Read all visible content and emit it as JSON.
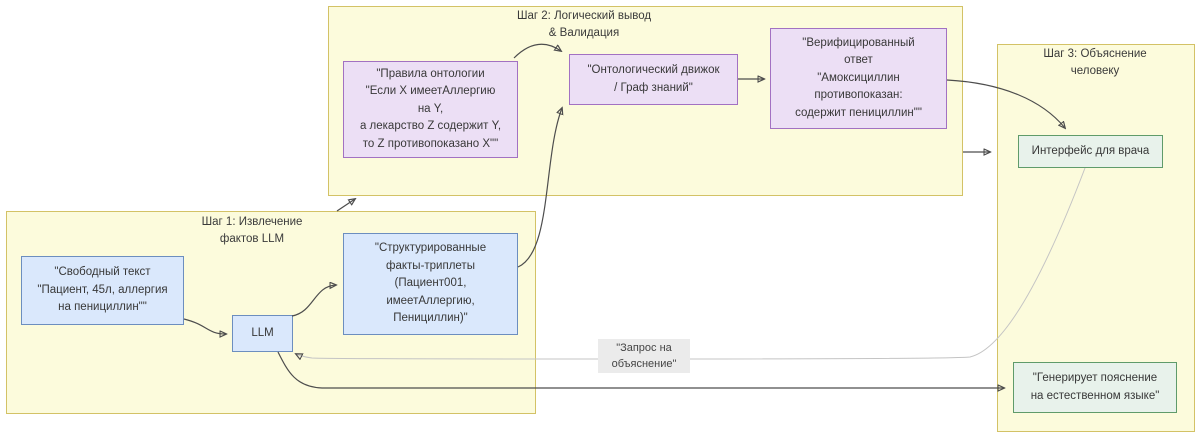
{
  "diagram": {
    "step1": {
      "title": "Шаг 1: Извлечение\nфактов LLM"
    },
    "step2": {
      "title": "Шаг 2: Логический вывод\n& Валидация"
    },
    "step3": {
      "title": "Шаг 3: Объяснение\nчеловеку"
    },
    "nodes": {
      "free_text": {
        "label": "\"Свободный текст\n\"Пациент, 45л, аллергия\nна пенициллин\"\""
      },
      "llm": {
        "label": "LLM"
      },
      "facts": {
        "label": "\"Структурированные\nфакты-триплеты\n(Пациент001,\nимеетАллергию,\nПенициллин)\""
      },
      "rules": {
        "label": "\"Правила онтологии\n\"Если X имеетАллергию\nна Y,\nа лекарство Z содержит Y,\nто Z противопоказано X\"\""
      },
      "engine": {
        "label": "\"Онтологический движок\n/ Граф знаний\""
      },
      "verified": {
        "label": "\"Верифицированный\nответ\n\"Амоксициллин\nпротивопоказан:\nсодержит пенициллин\"\""
      },
      "doctor_ui": {
        "label": "Интерфейс для врача"
      },
      "explain": {
        "label": "\"Генерирует пояснение\nна естественном языке\""
      }
    },
    "edge_labels": {
      "explain_request": "\"Запрос на\nобъяснение\""
    },
    "colors": {
      "container_fill": "#fcfbdc",
      "container_border": "#d3c266",
      "blue_fill": "#dae8fc",
      "blue_border": "#6c8ebf",
      "purple_fill": "#ecdff5",
      "purple_border": "#a271c2",
      "green_fill": "#e8f2eb",
      "green_border": "#5f9b6a",
      "edge_stroke": "#4d4d4d",
      "edge_light_stroke": "#c4c4c4",
      "edge_label_bg": "#ebebeb"
    }
  }
}
